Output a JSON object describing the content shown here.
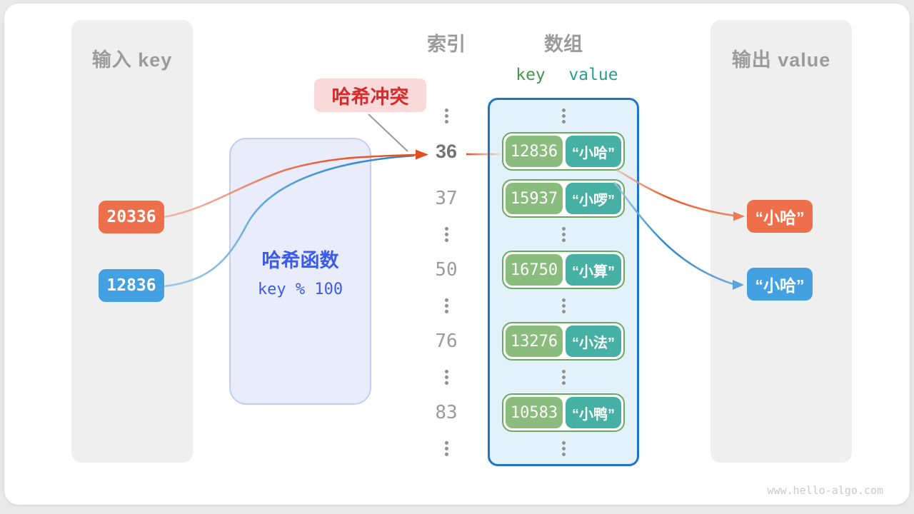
{
  "watermark": "www.hello-algo.com",
  "input_panel": {
    "title": "输入 key",
    "keys": [
      {
        "label": "20336",
        "color": "#ed6f4c"
      },
      {
        "label": "12836",
        "color": "#43a1e1"
      }
    ]
  },
  "hash_function": {
    "name": "哈希函数",
    "formula": "key % 100"
  },
  "collision_badge": {
    "label": "哈希冲突"
  },
  "index_column": {
    "title": "索引",
    "rows": [
      "⋮",
      "36",
      "37",
      "⋮",
      "50",
      "⋮",
      "76",
      "⋮",
      "83",
      "⋮"
    ],
    "highlighted": "36"
  },
  "array_column": {
    "title": "数组",
    "key_header": "key",
    "value_header": "value",
    "rows": [
      {
        "type": "dots"
      },
      {
        "type": "pair",
        "key": "12836",
        "value": "“小哈”"
      },
      {
        "type": "pair",
        "key": "15937",
        "value": "“小啰”"
      },
      {
        "type": "dots"
      },
      {
        "type": "pair",
        "key": "16750",
        "value": "“小算”"
      },
      {
        "type": "dots"
      },
      {
        "type": "pair",
        "key": "13276",
        "value": "“小法”"
      },
      {
        "type": "dots"
      },
      {
        "type": "pair",
        "key": "10583",
        "value": "“小鸭”"
      },
      {
        "type": "dots"
      }
    ]
  },
  "output_panel": {
    "title": "输出 value",
    "values": [
      {
        "label": "“小哈”",
        "color": "#ed6f4c"
      },
      {
        "label": "“小哈”",
        "color": "#43a1e1"
      }
    ]
  },
  "colors": {
    "orange": "#ed6f4c",
    "blue": "#43a1e1",
    "key_green": "#8abc7e",
    "value_teal": "#47b0a4",
    "array_border": "#1d76c5",
    "hash_text": "#3c5be8",
    "badge_text": "#d42d2d",
    "gray_text": "#9b9b9b"
  }
}
